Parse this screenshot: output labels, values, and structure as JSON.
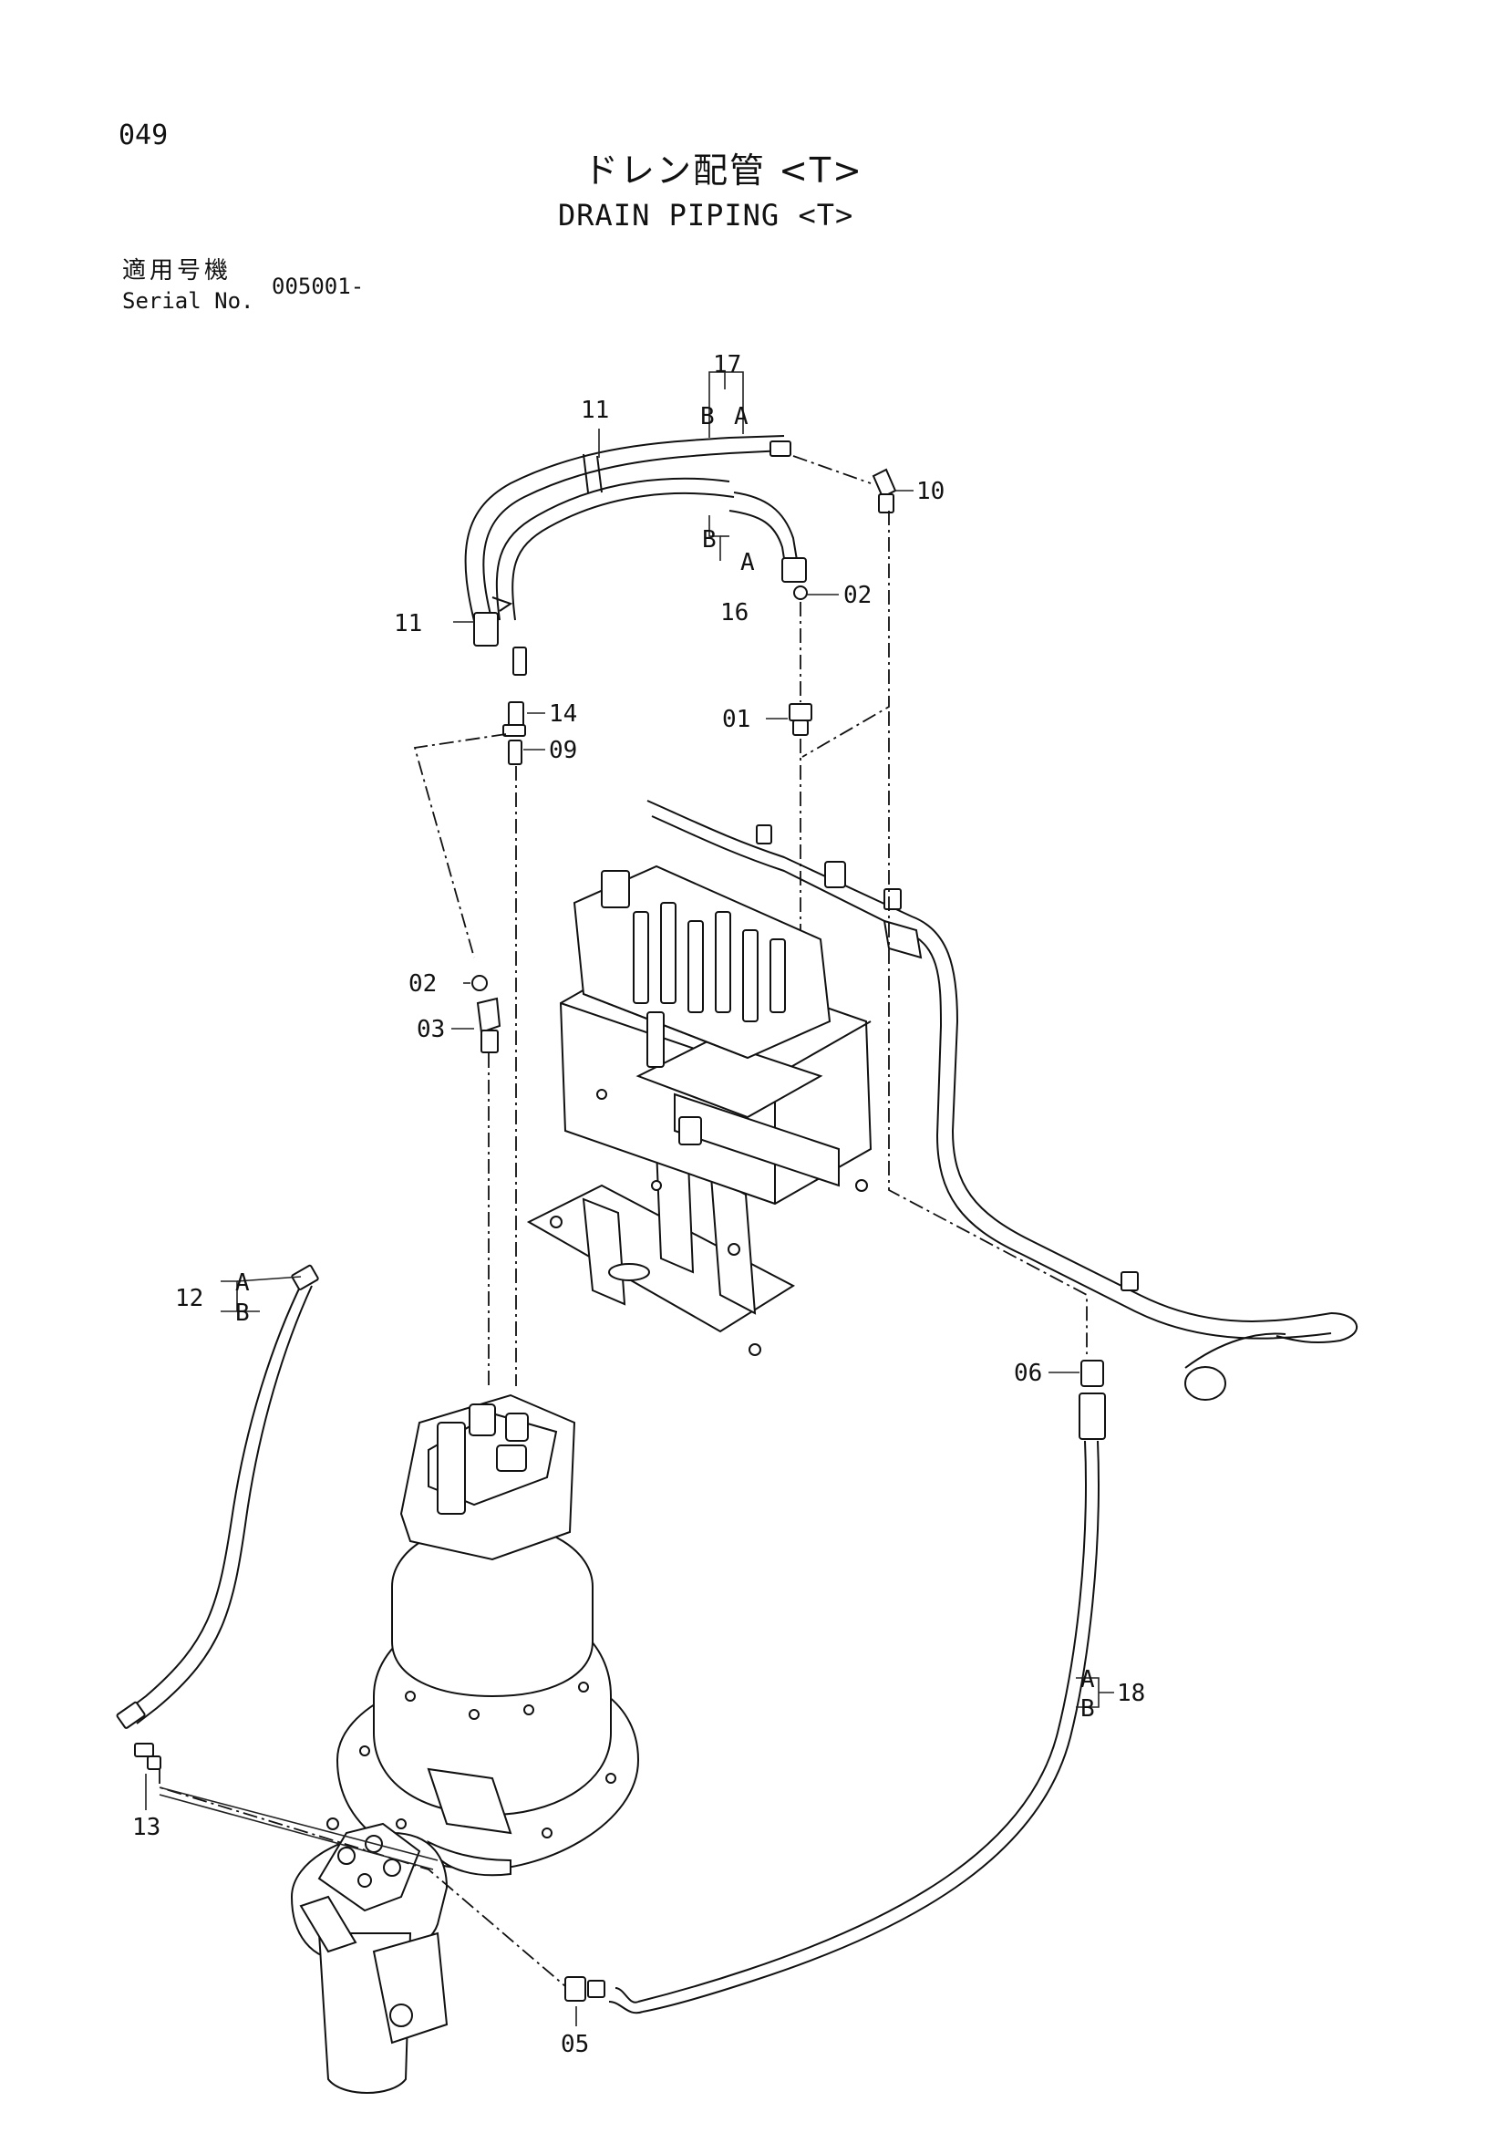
{
  "page_number": "049",
  "title_jp": "ドレン配管 <T>",
  "title_en": "DRAIN PIPING <T>",
  "serial": {
    "label_jp": "適用号機",
    "label_en": "Serial No.",
    "value": "005001-"
  },
  "callouts": {
    "p01": "01",
    "p02a": "02",
    "p02b": "02",
    "p03": "03",
    "p05": "05",
    "p06": "06",
    "p09": "09",
    "p10": "10",
    "p11a": "11",
    "p11b": "11",
    "p12": "12",
    "p13": "13",
    "p14": "14",
    "p16": "16",
    "p17": "17",
    "p18": "18"
  },
  "end_labels": {
    "a": "A",
    "b": "B"
  }
}
